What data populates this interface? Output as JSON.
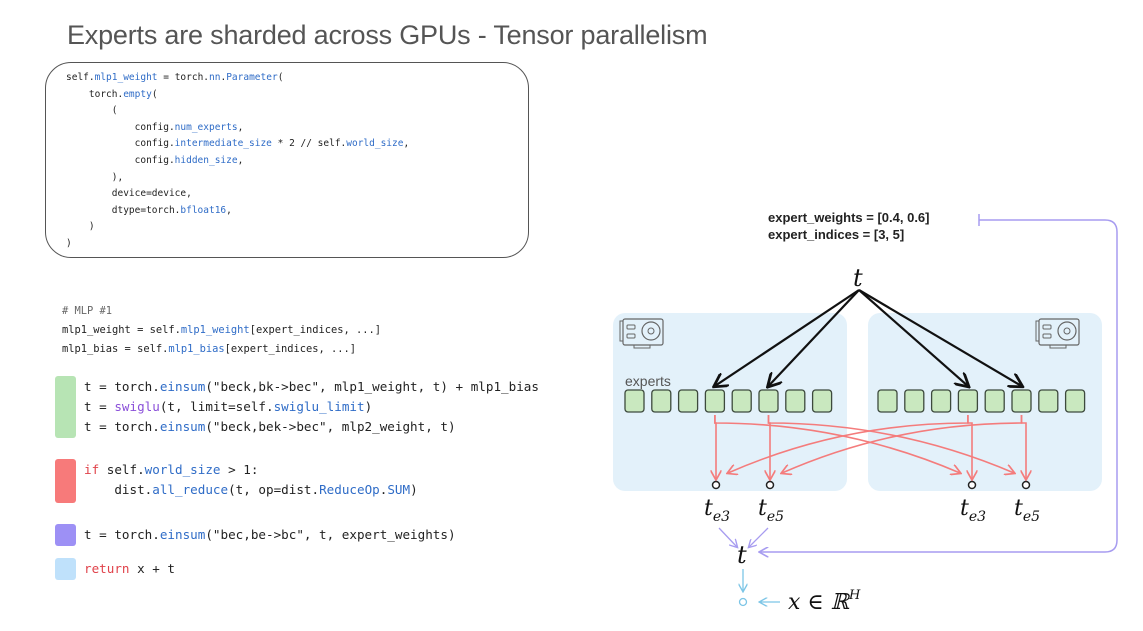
{
  "slide": {
    "title": "Experts are sharded across GPUs - Tensor parallelism"
  },
  "code_top": {
    "lines": [
      [
        {
          "t": "self.",
          "c": ""
        },
        {
          "t": "mlp1_weight",
          "c": "kw"
        },
        {
          "t": " = torch.",
          "c": ""
        },
        {
          "t": "nn",
          "c": "kw"
        },
        {
          "t": ".",
          "c": ""
        },
        {
          "t": "Parameter",
          "c": "kw"
        },
        {
          "t": "(",
          "c": ""
        }
      ],
      [
        {
          "t": "    torch.",
          "c": ""
        },
        {
          "t": "empty",
          "c": "kw"
        },
        {
          "t": "(",
          "c": ""
        }
      ],
      [
        {
          "t": "        (",
          "c": ""
        }
      ],
      [
        {
          "t": "            config.",
          "c": ""
        },
        {
          "t": "num_experts",
          "c": "kw"
        },
        {
          "t": ",",
          "c": ""
        }
      ],
      [
        {
          "t": "            config.",
          "c": ""
        },
        {
          "t": "intermediate_size",
          "c": "kw"
        },
        {
          "t": " * 2 // self.",
          "c": ""
        },
        {
          "t": "world_size",
          "c": "kw"
        },
        {
          "t": ",",
          "c": ""
        }
      ],
      [
        {
          "t": "            config.",
          "c": ""
        },
        {
          "t": "hidden_size",
          "c": "kw"
        },
        {
          "t": ",",
          "c": ""
        }
      ],
      [
        {
          "t": "        ),",
          "c": ""
        }
      ],
      [
        {
          "t": "        device=device,",
          "c": ""
        }
      ],
      [
        {
          "t": "        dtype=torch.",
          "c": ""
        },
        {
          "t": "bfloat16",
          "c": "kw"
        },
        {
          "t": ",",
          "c": ""
        }
      ],
      [
        {
          "t": "    )",
          "c": ""
        }
      ],
      [
        {
          "t": ")",
          "c": ""
        }
      ]
    ]
  },
  "code_mlp_header": {
    "lines": [
      [
        {
          "t": "# MLP #1",
          "c": "cm"
        }
      ],
      [
        {
          "t": "mlp1_weight = self.",
          "c": ""
        },
        {
          "t": "mlp1_weight",
          "c": "kw"
        },
        {
          "t": "[expert_indices, ...]",
          "c": ""
        }
      ],
      [
        {
          "t": "mlp1_bias = self.",
          "c": ""
        },
        {
          "t": "mlp1_bias",
          "c": "kw"
        },
        {
          "t": "[expert_indices, ...]",
          "c": ""
        }
      ]
    ]
  },
  "code_blocks": [
    {
      "name": "expert-compute-block",
      "color": "#b7e4b4",
      "lines": [
        [
          {
            "t": "t = torch.",
            "c": ""
          },
          {
            "t": "einsum",
            "c": "kw"
          },
          {
            "t": "(\"beck,bk->bec\", mlp1_weight, t) + mlp1_bias",
            "c": ""
          }
        ],
        [
          {
            "t": "t = ",
            "c": ""
          },
          {
            "t": "swiglu",
            "c": "pu"
          },
          {
            "t": "(t, limit=self.",
            "c": ""
          },
          {
            "t": "swiglu_limit",
            "c": "kw"
          },
          {
            "t": ")",
            "c": ""
          }
        ],
        [
          {
            "t": "t = torch.",
            "c": ""
          },
          {
            "t": "einsum",
            "c": "kw"
          },
          {
            "t": "(\"beck,bek->bec\", mlp2_weight, t)",
            "c": ""
          }
        ]
      ]
    },
    {
      "name": "all-reduce-block",
      "color": "#f77a7a",
      "lines": [
        [
          {
            "t": "if",
            "c": "rd"
          },
          {
            "t": " self.",
            "c": ""
          },
          {
            "t": "world_size",
            "c": "kw"
          },
          {
            "t": " > 1:",
            "c": ""
          }
        ],
        [
          {
            "t": "    dist.",
            "c": ""
          },
          {
            "t": "all_reduce",
            "c": "kw"
          },
          {
            "t": "(t, op=dist.",
            "c": ""
          },
          {
            "t": "ReduceOp",
            "c": "kw"
          },
          {
            "t": ".",
            "c": ""
          },
          {
            "t": "SUM",
            "c": "kw"
          },
          {
            "t": ")",
            "c": ""
          }
        ]
      ]
    },
    {
      "name": "weighted-sum-block",
      "color": "#9d90f5",
      "lines": [
        [
          {
            "t": "t = torch.",
            "c": ""
          },
          {
            "t": "einsum",
            "c": "kw"
          },
          {
            "t": "(\"bec,be->bc\", t, expert_weights)",
            "c": ""
          }
        ]
      ]
    },
    {
      "name": "residual-block",
      "color": "#bfe1fb",
      "lines": [
        [
          {
            "t": "return",
            "c": "rd"
          },
          {
            "t": " x + t",
            "c": ""
          }
        ]
      ]
    }
  ],
  "diagram": {
    "expert_weights_label": "expert_weights = [0.4, 0.6]",
    "expert_indices_label": "expert_indices = [3, 5]",
    "input_token": "t",
    "experts_label": "experts",
    "experts_per_gpu": 8,
    "selected_experts": [
      3,
      5
    ],
    "gpus": [
      {
        "name": "gpu-0",
        "outputs": [
          {
            "sym": "t",
            "sub": "e3"
          },
          {
            "sym": "t",
            "sub": "e5"
          }
        ]
      },
      {
        "name": "gpu-1",
        "outputs": [
          {
            "sym": "t",
            "sub": "e3"
          },
          {
            "sym": "t",
            "sub": "e5"
          }
        ]
      }
    ],
    "combined_output": "t",
    "residual_input": "x ∈ ℝ",
    "residual_superscript": "H",
    "colors": {
      "gpu_panel": "#e3f1fa",
      "expert_fill": "#c9e8bf",
      "expert_stroke": "#3d4a3d",
      "dispatch_arrow": "#111111",
      "gather_arrow": "#f47c7c",
      "combine_arrow": "#a79cf0",
      "residual_arrow": "#7cc5e6"
    }
  }
}
